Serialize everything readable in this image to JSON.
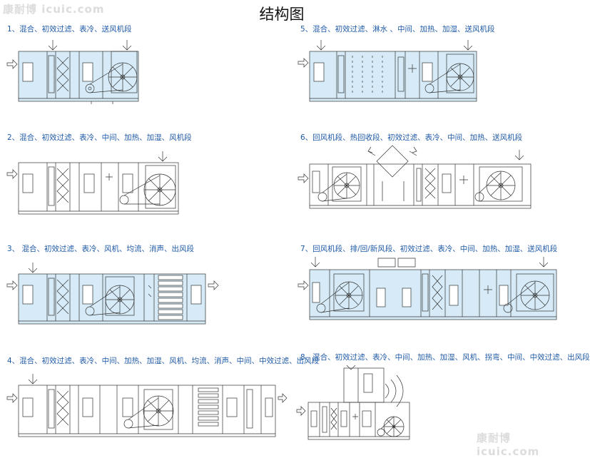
{
  "watermark": {
    "text": "康耐博 icuic.com"
  },
  "title": "结构图",
  "captions": [
    "1、混合、初效过滤、表冷、送风机段",
    "2、混合、初效过滤、表冷、中间、加热、加湿、风机段",
    "3、 混合、初效过滤、表冷、风机、均流、消声、出风段",
    "4、混合、初效过滤、表冷、中间、加热、加湿、风机、均流、消声、中间、中效过滤、出风段",
    "5、混合、初效过滤、淋水 、中间、加热、加湿、送风机段",
    "6、回风机段、热回收段、初效过滤、表冷、中间、加热、送风机段",
    "7、回风机段、排/回/新风段、初效过滤、表冷、中间、加热、加湿、送风机段",
    "8、混合、初效过滤、表冷、中间、加热、加湿、风机、拐弯、中间、中效过滤、出风段"
  ],
  "colors": {
    "caption": "#1f5aa6",
    "unit_fill_shaded": "#d6ebf7",
    "unit_fill_plain": "#ffffff",
    "line": "#333333"
  },
  "icons": [
    "inlet-arrow-icon",
    "outlet-arrow-icon",
    "fan-icon",
    "motor-icon",
    "damper-icon"
  ]
}
